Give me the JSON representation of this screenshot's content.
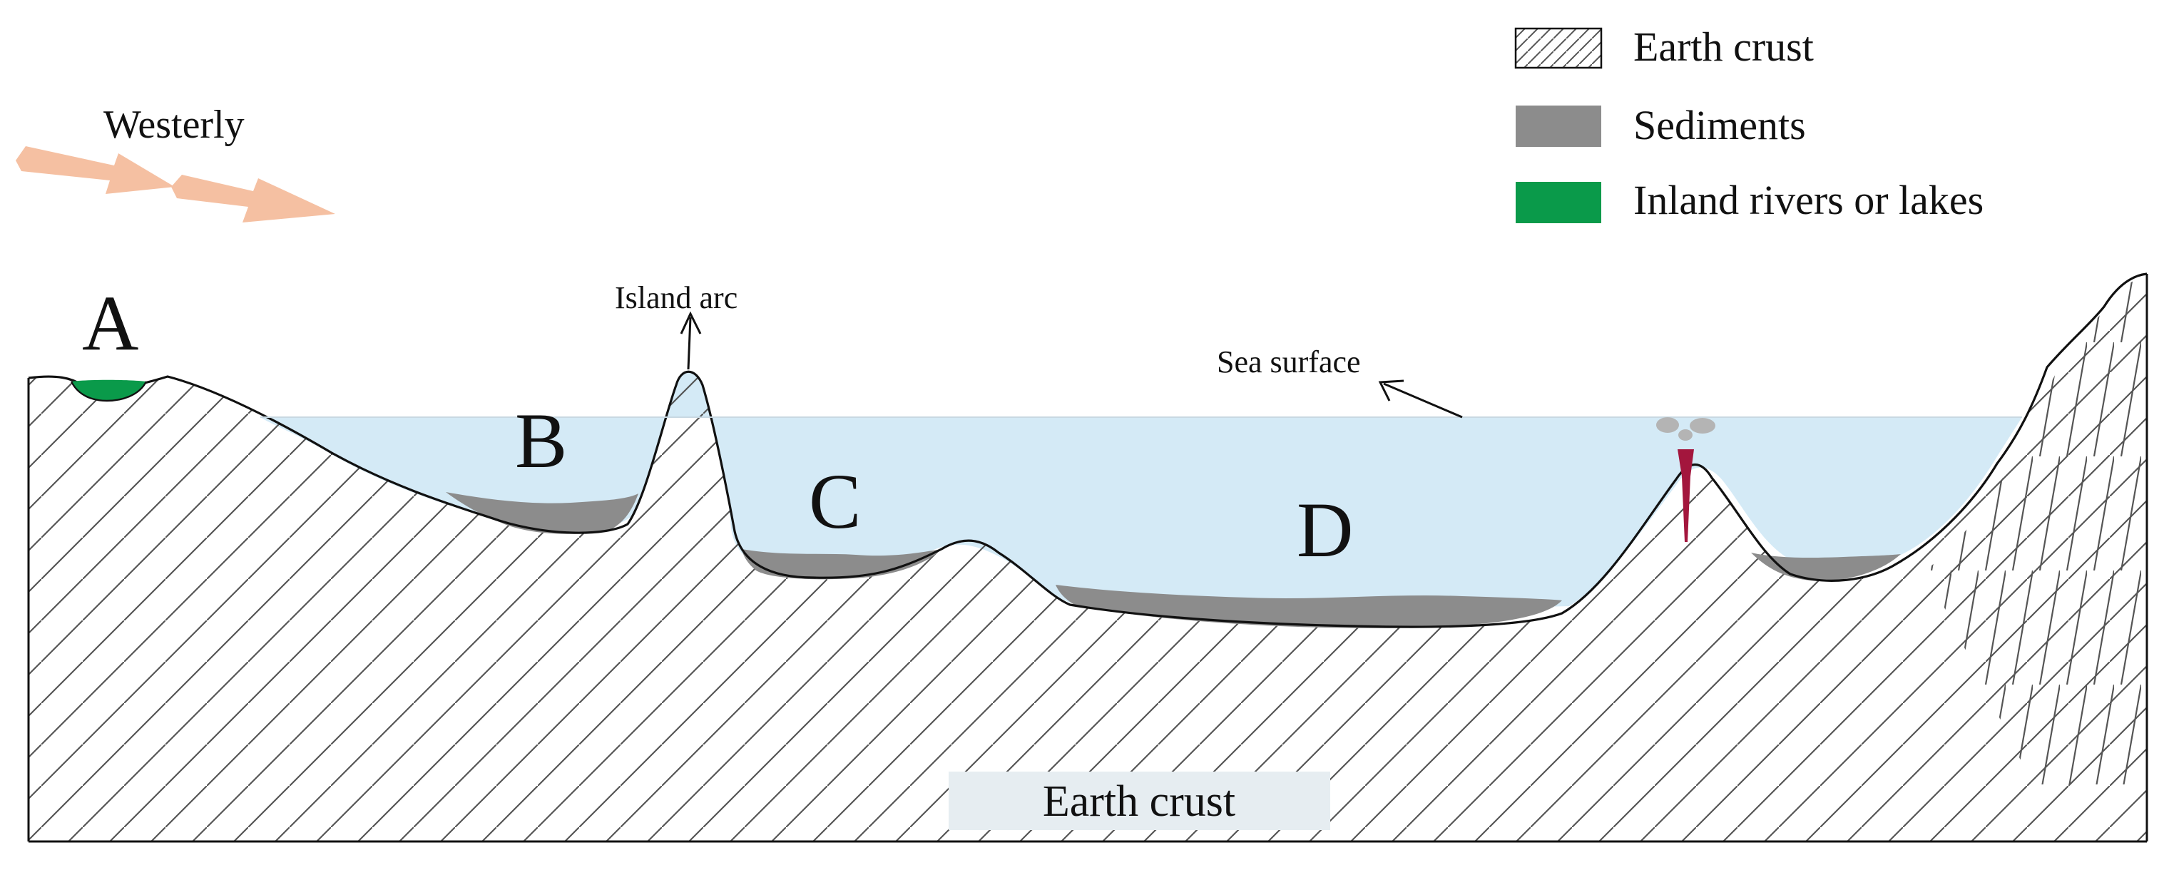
{
  "legend": {
    "items": [
      {
        "key": "earth_crust",
        "label": "Earth crust",
        "swatch": "hatch",
        "color": "#ffffff"
      },
      {
        "key": "sediments",
        "label": "Sediments",
        "swatch": "solid",
        "color": "#8c8c8c"
      },
      {
        "key": "inland_water",
        "label": "Inland rivers or lakes",
        "swatch": "solid",
        "color": "#0a9a4a"
      }
    ]
  },
  "labels": {
    "westerly": "Westerly",
    "island_arc": "Island arc",
    "sea_surface": "Sea surface",
    "earth_crust_caption": "Earth crust"
  },
  "zones": [
    "A",
    "B",
    "C",
    "D"
  ],
  "colors": {
    "sea": "#d4eaf6",
    "sediment": "#8c8c8c",
    "sediment_light": "#a6a6a6",
    "inland_water": "#0a9a4a",
    "westerly_arrow": "#f5c0a2",
    "magma": "#a3163d",
    "ash": "#b4b4b4",
    "caption_bg": "#e6edf1",
    "outline": "#111111"
  },
  "icons": {
    "wind": "westerly-arrow-icon",
    "volcano": "volcano-icon"
  }
}
